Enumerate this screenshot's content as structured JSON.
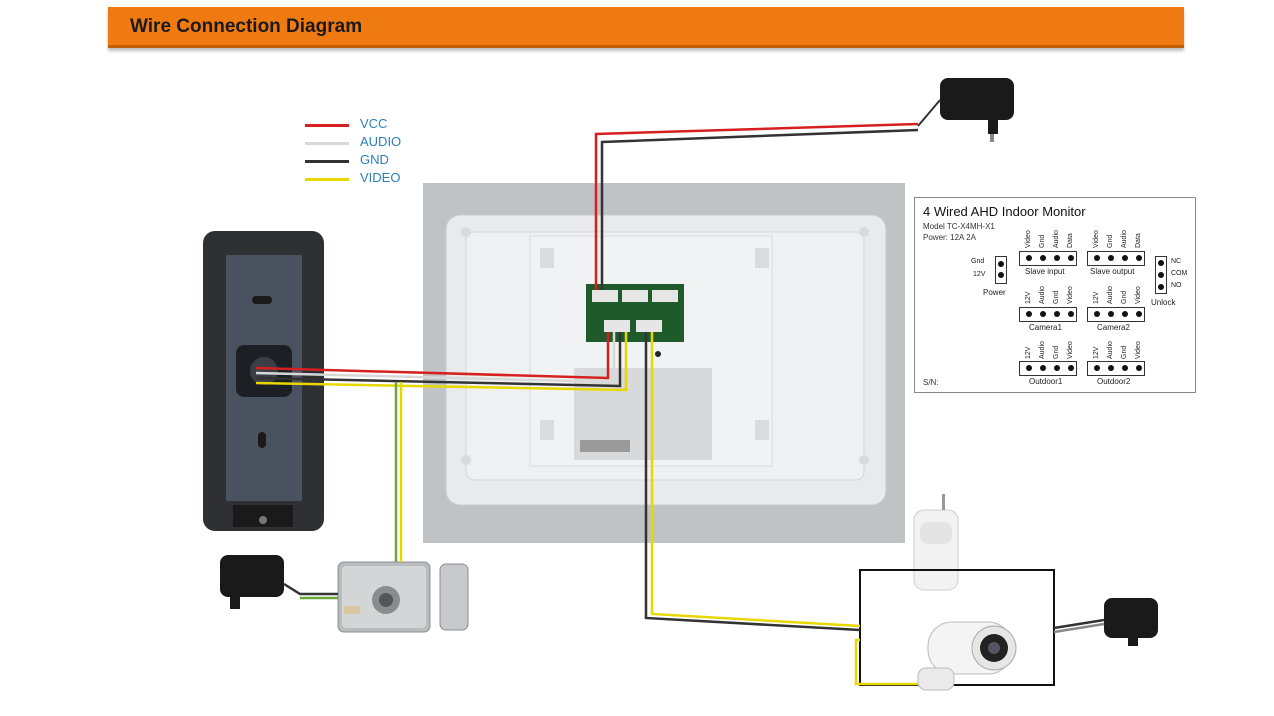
{
  "header": {
    "title": "Wire Connection Diagram"
  },
  "legend": [
    {
      "label": "VCC",
      "color": "#d62020"
    },
    {
      "label": "AUDIO",
      "color": "#d8d8d8"
    },
    {
      "label": "GND",
      "color": "#333333"
    },
    {
      "label": "VIDEO",
      "color": "#e8d800"
    }
  ],
  "panel": {
    "title": "4 Wired AHD Indoor Monitor",
    "model": "Model TC-X4MH-X1",
    "power": "Power: 12A 2A",
    "sn": "S/N:",
    "power_block": {
      "name": "Power",
      "pins": [
        "Gnd",
        "12V"
      ]
    },
    "unlock_block": {
      "name": "Unlock",
      "pins": [
        "NC",
        "COM",
        "NO"
      ]
    },
    "blocks": [
      {
        "name": "Slave input",
        "pins": [
          "Video",
          "Gnd",
          "Audio",
          "Data"
        ]
      },
      {
        "name": "Slave output",
        "pins": [
          "Video",
          "Gnd",
          "Audio",
          "Data"
        ]
      },
      {
        "name": "Camera1",
        "pins": [
          "12V",
          "Audio",
          "Gnd",
          "Video"
        ]
      },
      {
        "name": "Camera2",
        "pins": [
          "12V",
          "Audio",
          "Gnd",
          "Video"
        ]
      },
      {
        "name": "Outdoor1",
        "pins": [
          "12V",
          "Audio",
          "Gnd",
          "Video"
        ]
      },
      {
        "name": "Outdoor2",
        "pins": [
          "12V",
          "Audio",
          "Gnd",
          "Video"
        ]
      }
    ]
  },
  "components": {
    "adapters": [
      "power-adapter-monitor",
      "power-adapter-lock",
      "power-adapter-camera"
    ],
    "devices": [
      "door-station",
      "indoor-monitor-back",
      "electric-lock",
      "pir-sensor",
      "cctv-camera"
    ]
  }
}
